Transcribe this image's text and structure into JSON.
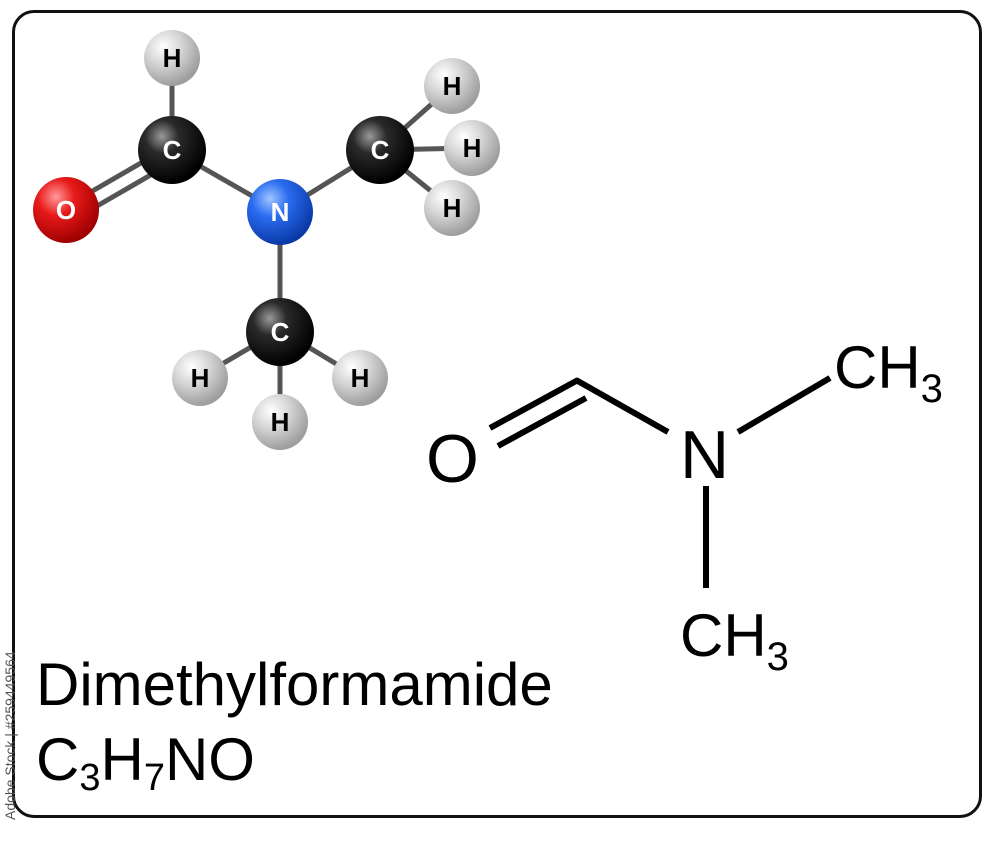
{
  "compound": {
    "name": "Dimethylformamide",
    "formula_parts": [
      "C",
      "3",
      "H",
      "7",
      "NO"
    ]
  },
  "ball_and_stick": {
    "atoms": {
      "h_formyl": "H",
      "c_formyl": "C",
      "o": "O",
      "n": "N",
      "c_methyl_right": "C",
      "h_right_top": "H",
      "h_right_mid": "H",
      "h_right_bottom": "H",
      "c_methyl_bottom": "C",
      "h_bottom_left": "H",
      "h_bottom_right": "H",
      "h_bottom_center": "H"
    },
    "colors": {
      "carbon": "#000000",
      "hydrogen": "#c8c8c8",
      "oxygen": "#e0101a",
      "nitrogen": "#1f5fe0",
      "bond": "#555555"
    }
  },
  "skeletal": {
    "o_label": "O",
    "n_label": "N",
    "methyl_top": {
      "main": "CH",
      "sub": "3"
    },
    "methyl_bottom": {
      "main": "CH",
      "sub": "3"
    }
  },
  "watermark": {
    "stock_id": "Adobe Stock | #259449564"
  }
}
